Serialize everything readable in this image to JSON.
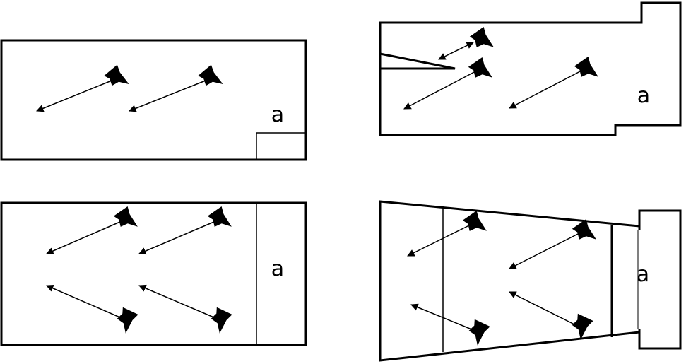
{
  "colors": {
    "ink": "#000000",
    "background": "#ffffff"
  },
  "icons": {
    "speaker": "speaker-icon",
    "sound_ray": "arrow-icon"
  },
  "panels": [
    {
      "id": "top-left",
      "label": "a",
      "speaker_count": 2
    },
    {
      "id": "top-right",
      "label": "a",
      "speaker_count": 3
    },
    {
      "id": "bottom-left",
      "label": "a",
      "speaker_count": 4
    },
    {
      "id": "bottom-right",
      "label": "a",
      "speaker_count": 4
    }
  ]
}
